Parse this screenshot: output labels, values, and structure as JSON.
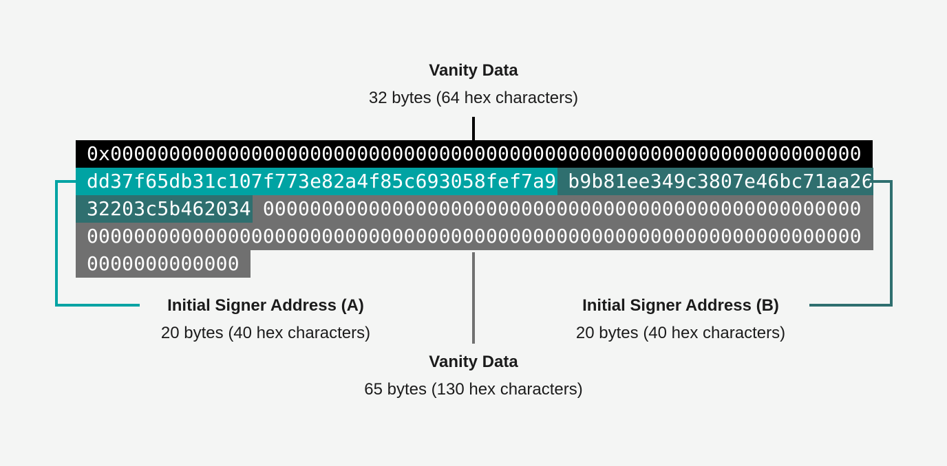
{
  "annotations": {
    "top": {
      "title": "Vanity Data",
      "subtitle": "32 bytes (64 hex characters)"
    },
    "signer_a": {
      "title": "Initial Signer Address (A)",
      "subtitle": "20 bytes (40 hex characters)"
    },
    "signer_b": {
      "title": "Initial Signer Address (B)",
      "subtitle": "20 bytes (40 hex characters)"
    },
    "bottom": {
      "title": "Vanity Data",
      "subtitle": "65 bytes (130 hex characters)"
    }
  },
  "hex_block": {
    "row1_prefix_vanity": "0x0000000000000000000000000000000000000000000000000000000000000000",
    "row2_signer_a_part": "dd37f65db31c107f773e82a4f85c693058fef7a9",
    "row2_signer_b_part1": "b9b81ee349c3807e46bc71aa26",
    "row3_signer_b_part2": "32203c5b462034",
    "row3_vanity_zeros": "000000000000000000000000000000000000000000000000000",
    "row4_vanity_zeros": "000000000000000000000000000000000000000000000000000000000000000000",
    "row5_vanity_zeros": "0000000000000"
  },
  "colors": {
    "background": "#f4f5f4",
    "prefix_row_black": "#000000",
    "signer_a_teal": "#00a3a3",
    "signer_b_teal": "#2f6f6f",
    "vanity_zeros_gray": "#707070",
    "hex_text": "#ffffff",
    "label_text": "#1b1b1b"
  }
}
